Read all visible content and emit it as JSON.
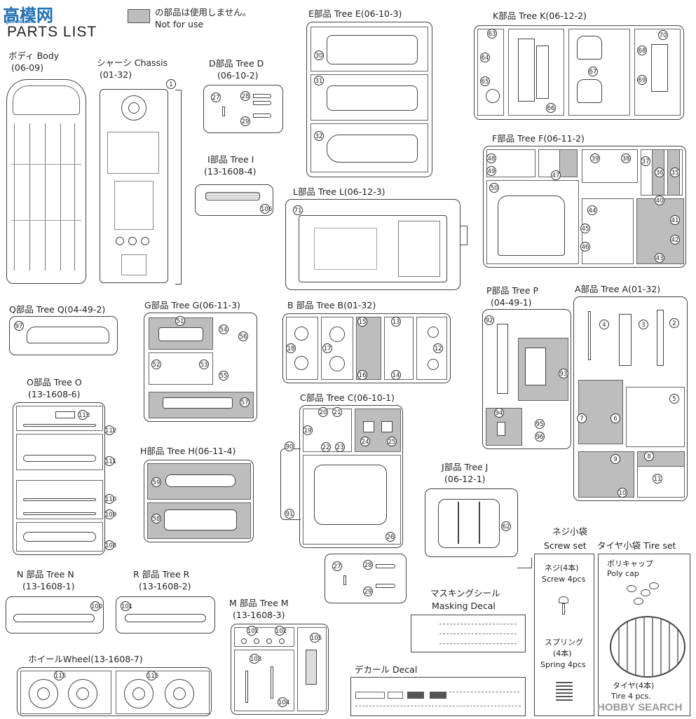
{
  "header": {
    "title": "PARTS LIST",
    "legend_jp": "の部品は使用しません。",
    "legend_en": "Not for use"
  },
  "watermark_top": {
    "main": "高模网",
    "sub": "gao-mo.com"
  },
  "watermark_bottom": "HOBBY SEARCH",
  "trees": {
    "body": {
      "jp": "ボディ Body",
      "code": "(06-09)"
    },
    "chassis": {
      "jp": "シャーシ Chassis",
      "code": "(01-32)"
    },
    "d": {
      "label": "D部品 Tree D",
      "code": "(06-10-2)"
    },
    "i": {
      "label": "I部品 Tree I",
      "code": "(13-1608-4)"
    },
    "e": {
      "label": "E部品 Tree E(06-10-3)"
    },
    "k": {
      "label": "K部品 Tree K(06-12-2)"
    },
    "f": {
      "label": "F部品 Tree F(06-11-2)"
    },
    "l": {
      "label": "L部品 Tree L(06-12-3)"
    },
    "q": {
      "label": "Q部品 Tree Q(04-49-2)"
    },
    "g": {
      "label": "G部品 Tree G(06-11-3)"
    },
    "b": {
      "label": "B 部品 Tree B(01-32)"
    },
    "p": {
      "label": "P部品 Tree P",
      "code": "(04-49-1)"
    },
    "a": {
      "label": "A部品 Tree A(01-32)"
    },
    "o": {
      "label": "O部品 Tree O",
      "code": "(13-1608-6)"
    },
    "c": {
      "label": "C部品 Tree C(06-10-1)"
    },
    "h": {
      "label": "H部品 Tree H(06-11-4)"
    },
    "j": {
      "label": "J部品 Tree J",
      "code": "(06-12-1)"
    },
    "n": {
      "label": "N 部品 Tree N",
      "code": "(13-1608-1)"
    },
    "r": {
      "label": "R 部品 Tree R",
      "code": "(13-1608-2)"
    },
    "m": {
      "label": "M 部品 Tree M",
      "code": "(13-1608-3)"
    },
    "wheel": {
      "label": "ホイールWheel(13-1608-7)"
    },
    "masking": {
      "jp": "マスキングシール",
      "en": "Masking Decal"
    },
    "decal": {
      "label": "デカール Decal"
    },
    "screw": {
      "jp": "ネジ小袋",
      "en": "Screw set",
      "item_jp": "ネジ(4本)",
      "item_en": "Screw 4pcs",
      "spring_jp": "スプリング",
      "spring_qty": "(4本)",
      "spring_en": "Spring 4pcs"
    },
    "tire": {
      "title": "タイヤ小袋 Tire set",
      "cap_jp": "ポリキャップ",
      "cap_en": "Poly cap",
      "tire_jp": "タイヤ(4本)",
      "tire_en": "Tire 4 pcs."
    }
  },
  "part_numbers": {
    "chassis": [
      "1"
    ],
    "d": [
      "27",
      "28",
      "29"
    ],
    "i": [
      "106"
    ],
    "e": [
      "30",
      "31",
      "32"
    ],
    "k": [
      "63",
      "64",
      "65",
      "66",
      "67",
      "68",
      "69",
      "70"
    ],
    "f": [
      "48",
      "49",
      "47",
      "39",
      "38",
      "37",
      "36",
      "35",
      "50",
      "44",
      "45",
      "46",
      "40",
      "41",
      "42",
      "43"
    ],
    "l": [
      "71"
    ],
    "q": [
      "97"
    ],
    "g": [
      "51",
      "54",
      "56",
      "52",
      "53",
      "55",
      "57"
    ],
    "b": [
      "18",
      "17",
      "15",
      "13",
      "12",
      "16",
      "14"
    ],
    "p": [
      "92",
      "93",
      "94",
      "95",
      "96"
    ],
    "a": [
      "4",
      "3",
      "2",
      "7",
      "6",
      "5",
      "9",
      "8",
      "11",
      "10"
    ],
    "o": [
      "113",
      "112",
      "111",
      "110",
      "109",
      "108"
    ],
    "c": [
      "20",
      "21",
      "19",
      "22",
      "23",
      "24",
      "25",
      "90",
      "91",
      "26"
    ],
    "h": [
      "59",
      "58"
    ],
    "j": [
      "62"
    ],
    "d2": [
      "27",
      "28",
      "29"
    ],
    "n": [
      "100"
    ],
    "r": [
      "101"
    ],
    "m": [
      "102",
      "102",
      "105",
      "103",
      "104"
    ],
    "wheel": [
      "115",
      "115"
    ]
  }
}
